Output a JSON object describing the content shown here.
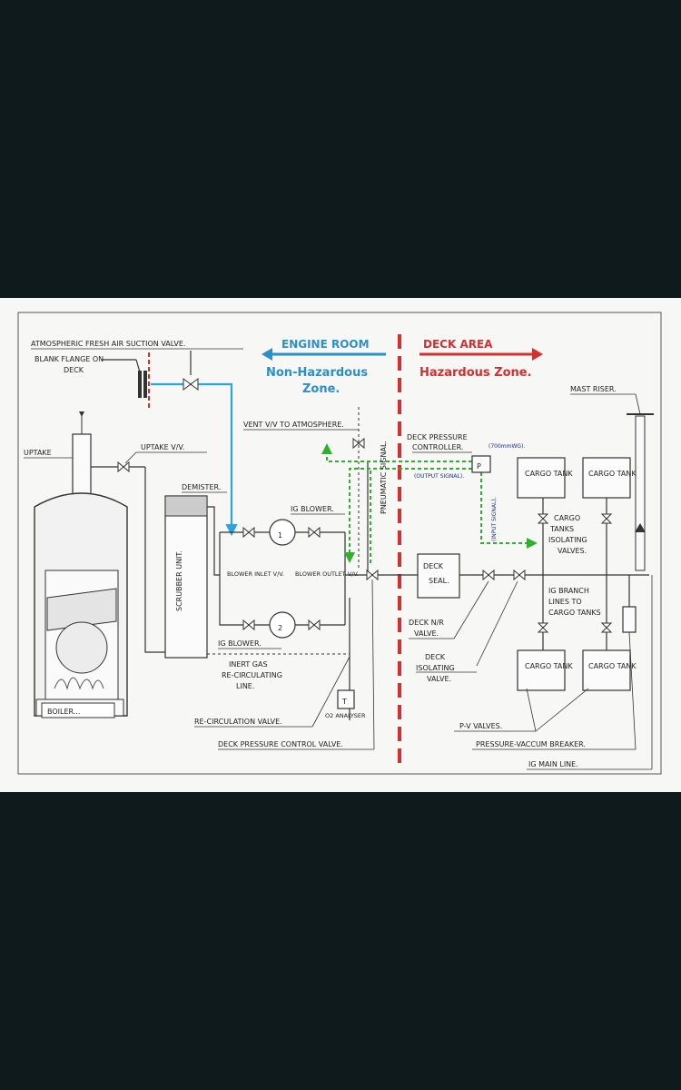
{
  "labels": {
    "atmospheric_valve": "ATMOSPHERIC FRESH AIR SUCTION VALVE.",
    "blank_flange_1": "BLANK FLANGE ON",
    "blank_flange_2": "DECK",
    "uptake": "UPTAKE",
    "uptake_valve": "UPTAKE V/V.",
    "demister": "DEMISTER.",
    "scrubber_unit": "SCRUBBER UNIT.",
    "ig_blower_top": "IG BLOWER.",
    "blower_inlet": "BLOWER INLET V/V.",
    "blower_outlet": "BLOWER OUTLET V/V.",
    "ig_blower_bottom": "IG BLOWER.",
    "inert_gas_line_1": "INERT GAS",
    "inert_gas_line_2": "RE-CIRCULATING",
    "inert_gas_line_3": "LINE.",
    "boiler": "BOILER...",
    "recirculation_valve": "RE-CIRCULATION VALVE.",
    "o2_analyser": "O2 ANALYSER",
    "deck_pressure_control_valve": "DECK PRESSURE CONTROL VALVE.",
    "vent_valve": "VENT V/V TO ATMOSPHERE.",
    "pneumatic_signal": "PNEUMATIC SIGNAL.",
    "deck_pressure_controller_1": "DECK PRESSURE",
    "deck_pressure_controller_2": "CONTROLLER.",
    "pressure_value": "(700mmWG).",
    "output_signal": "(OUTPUT SIGNAL).",
    "input_signal": "(INPUT SIGNAL).",
    "controller_letter": "P",
    "deck_seal_1": "DECK",
    "deck_seal_2": "SEAL.",
    "deck_nr_valve_1": "DECK N/R",
    "deck_nr_valve_2": "VALVE.",
    "deck_isolating_valve_1": "DECK",
    "deck_isolating_valve_2": "ISOLATING",
    "deck_isolating_valve_3": "VALVE.",
    "cargo_tank": "CARGO TANK",
    "cargo_tanks_isolating_1": "CARGO",
    "cargo_tanks_isolating_2": "TANKS",
    "cargo_tanks_isolating_3": "ISOLATING",
    "cargo_tanks_isolating_4": "VALVES.",
    "ig_branch_1": "IG BRANCH",
    "ig_branch_2": "LINES TO",
    "ig_branch_3": "CARGO TANKS",
    "mast_riser": "MAST RISER.",
    "pv_valves": "P-V VALVES.",
    "pressure_vacuum_breaker": "PRESSURE-VACCUM BREAKER.",
    "ig_main_line": "IG MAIN LINE.",
    "blower_1": "1",
    "blower_2": "2",
    "gauge": "T"
  },
  "zones": {
    "engine_room": "ENGINE ROOM",
    "non_hazardous_1": "Non-Hazardous",
    "non_hazardous_2": "Zone.",
    "deck_area": "DECK AREA",
    "hazardous": "Hazardous Zone."
  },
  "colors": {
    "engine_zone": "#2b8fc9",
    "deck_zone": "#d03030",
    "signal_line": "#2fb02f",
    "fresh_air_line": "#2aa6dd"
  }
}
